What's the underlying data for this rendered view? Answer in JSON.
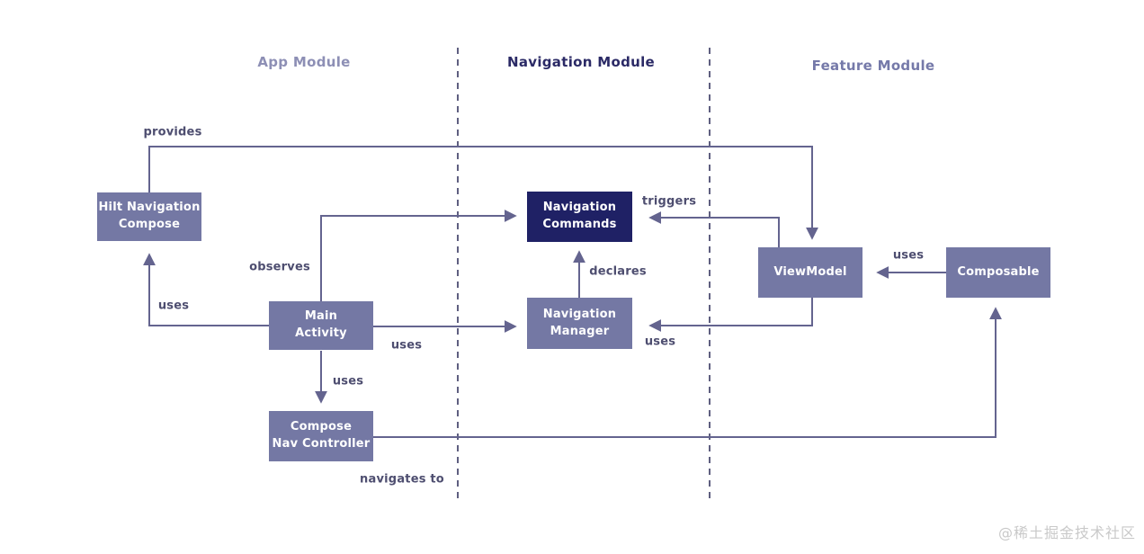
{
  "modules": {
    "app": "App Module",
    "navigation": "Navigation Module",
    "feature": "Feature Module"
  },
  "nodes": {
    "hilt_navigation_compose": {
      "label": "Hilt Navigation\nCompose"
    },
    "main_activity": {
      "label": "Main\nActivity"
    },
    "compose_nav_controller": {
      "label": "Compose\nNav Controller"
    },
    "navigation_commands": {
      "label": "Navigation\nCommands"
    },
    "navigation_manager": {
      "label": "Navigation\nManager"
    },
    "viewmodel": {
      "label": "ViewModel"
    },
    "composable": {
      "label": "Composable"
    }
  },
  "edge_labels": {
    "provides": "provides",
    "uses_hilt": "uses",
    "observes": "observes",
    "uses_manager": "uses",
    "uses_controller": "uses",
    "declares": "declares",
    "triggers": "triggers",
    "uses_viewmodel": "uses",
    "uses_composable": "uses",
    "navigates_to": "navigates to"
  },
  "watermark": "@稀土掘金技术社区",
  "colors": {
    "node_fill": "#7478a4",
    "node_fill_dark": "#1f2165",
    "node_text": "#ffffff",
    "line": "#64648f",
    "edge_label": "#4e4e70",
    "module_muted": "#8d8fb5",
    "module_feature": "#7579a9",
    "module_dark": "#2b2a66",
    "divider": "#5f5f80",
    "watermark": "#c9c9c9",
    "background": "#ffffff"
  }
}
